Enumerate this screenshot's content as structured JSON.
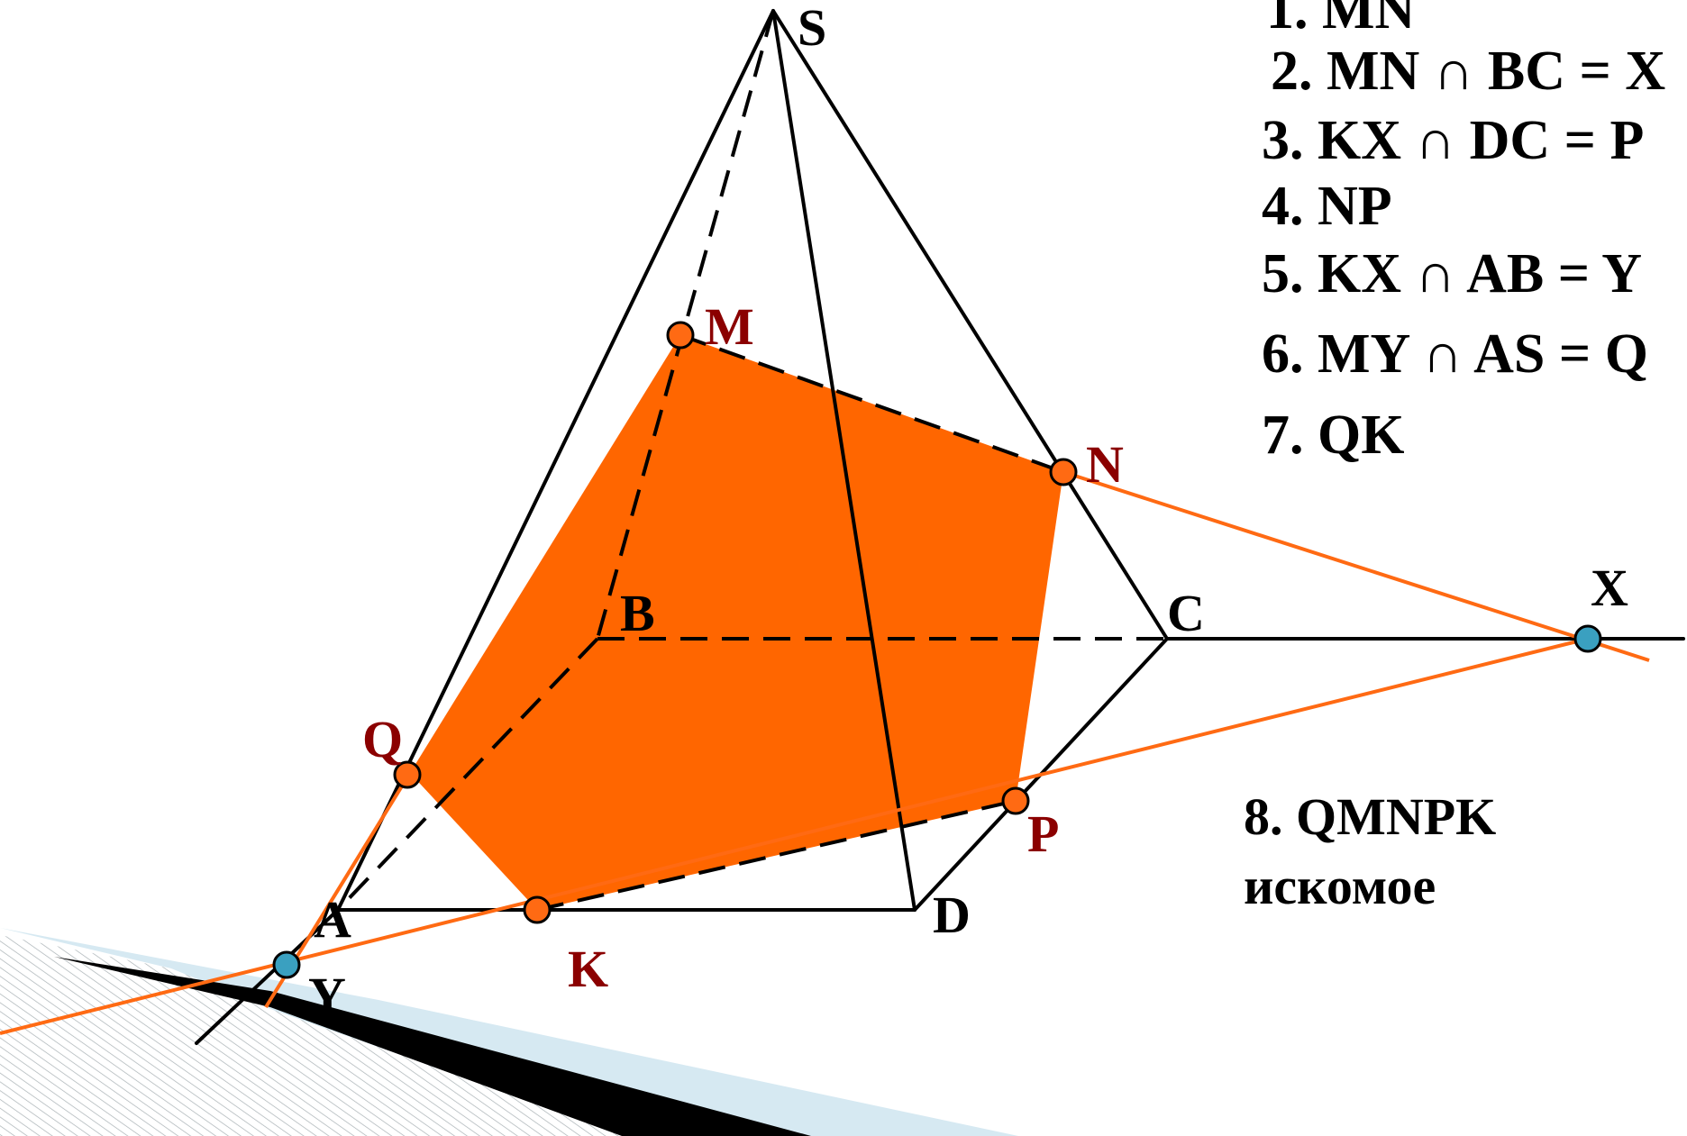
{
  "colors": {
    "section_fill": "#ff6600",
    "orange_line": "#ff6a13",
    "edge": "#000000",
    "point_fill": "#ff6a13",
    "aux_point_fill": "#3aa0c0",
    "label_dark_red": "#8b0000",
    "decor_light_blue": "#d6e9f2",
    "decor_hatch": "#9aa4a8"
  },
  "vertex_labels": {
    "S": "S",
    "A": "A",
    "B": "B",
    "C": "C",
    "D": "D"
  },
  "section_point_labels": {
    "M": "M",
    "N": "N",
    "P": "P",
    "K": "K",
    "Q": "Q"
  },
  "aux_point_labels": {
    "X": "X",
    "Y": "Y"
  },
  "steps": [
    "1. MN",
    "2. MN ∩ BC = X",
    "3. KX ∩ DC = P",
    "4. NP",
    "5. KX ∩ AB = Y",
    "6. MY ∩ AS = Q",
    "7. QK"
  ],
  "result": {
    "line1": "8. QMNPK",
    "line2": "искомое"
  }
}
